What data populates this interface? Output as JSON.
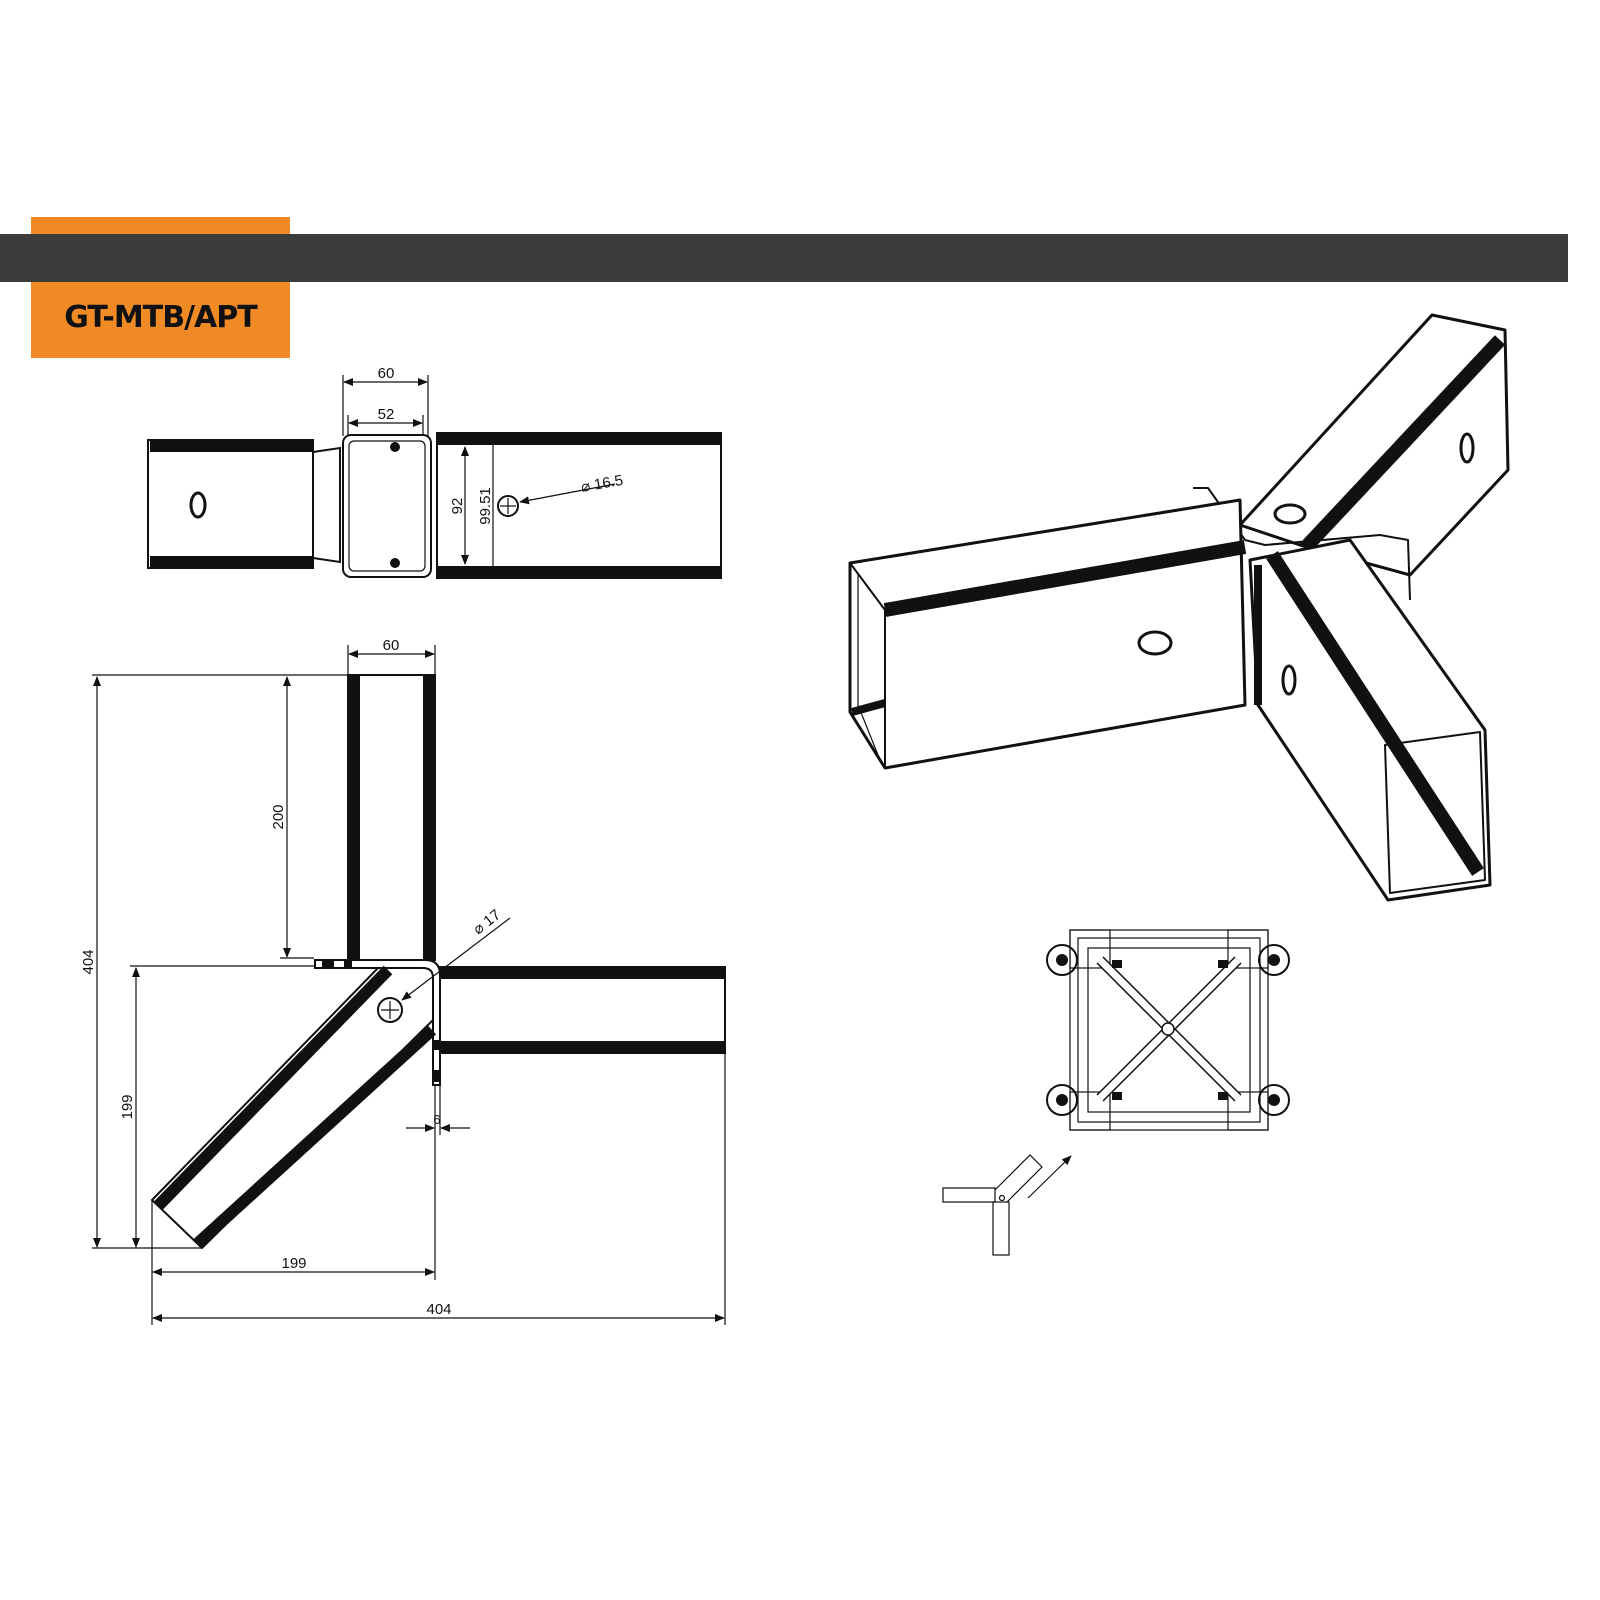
{
  "header": {
    "title": "GT-MTB/APT",
    "accent_color": "#F08A24",
    "bar_color": "#3c3c3b"
  },
  "top_view": {
    "dim_outer_width": "60",
    "dim_inner_width": "52",
    "dim_inner_height": "92",
    "dim_outer_height": "99.51",
    "hole_diameter": "⌀ 16.5"
  },
  "front_view": {
    "dim_width": "60",
    "dim_upper_length": "200",
    "dim_total_height": "404",
    "dim_diagonal_height": "199",
    "hole_diameter": "⌀ 17",
    "dim_plate_thickness": "6",
    "dim_diagonal_width": "199",
    "dim_total_width": "404"
  }
}
